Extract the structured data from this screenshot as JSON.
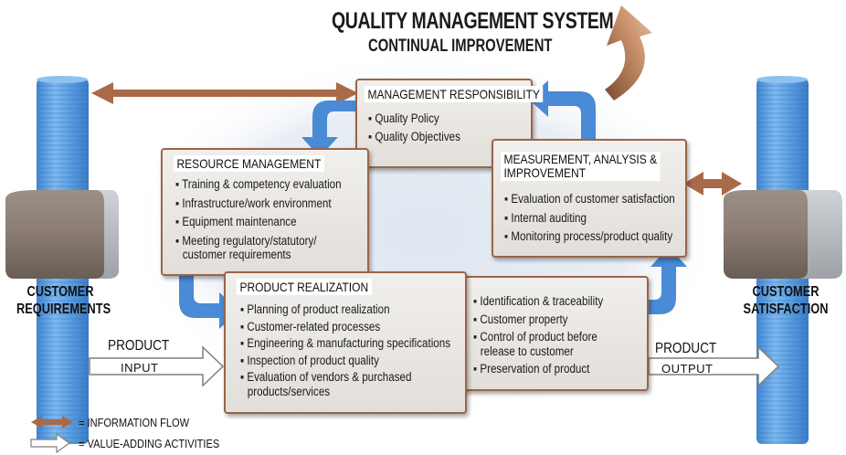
{
  "title": "QUALITY MANAGEMENT SYSTEM",
  "subtitle": "CONTINUAL IMPROVEMENT",
  "management": {
    "title": "MANAGEMENT RESPONSIBILITY",
    "items": [
      "Quality Policy",
      "Quality Objectives"
    ]
  },
  "resource": {
    "title": "RESOURCE MANAGEMENT",
    "items": [
      "Training & competency evaluation",
      "Infrastructure/work environment",
      "Equipment maintenance",
      "Meeting regulatory/statutory/",
      "customer requirements"
    ]
  },
  "measurement": {
    "title_line1": "MEASUREMENT, ANALYSIS &",
    "title_line2": "IMPROVEMENT",
    "items": [
      "Evaluation of customer satisfaction",
      "Internal auditing",
      "Monitoring process/product quality"
    ]
  },
  "realization": {
    "title": "PRODUCT REALIZATION",
    "items": [
      "Planning of product realization",
      "Customer-related processes",
      "Engineering & manufacturing specifications",
      "Inspection of product quality",
      "Evaluation of vendors & purchased",
      "products/services"
    ]
  },
  "realization_right": {
    "items": [
      "Identification & traceability",
      "Customer property",
      "Control of product before",
      "release to customer",
      "Preservation of product"
    ]
  },
  "left_label": {
    "line1": "CUSTOMER",
    "line2": "REQUIREMENTS"
  },
  "right_label": {
    "line1": "CUSTOMER",
    "line2": "SATISFACTION"
  },
  "product_in": {
    "label": "PRODUCT",
    "sub": "INPUT"
  },
  "product_out": {
    "label": "PRODUCT",
    "sub": "OUTPUT"
  },
  "legend": {
    "info_flow": "= INFORMATION FLOW",
    "value_adding": "= VALUE-ADDING ACTIVITIES"
  },
  "colors": {
    "brown": "#a86a48",
    "blue_arrow": "#5b95d6",
    "box_border": "#9a6547",
    "pillar_blue": "#5a9ee0"
  }
}
